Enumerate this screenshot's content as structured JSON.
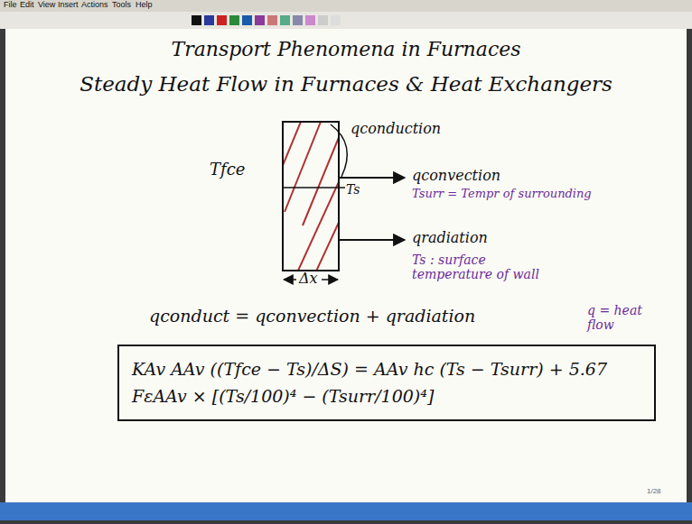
{
  "diagram": {
    "title": "Transport Phenomena in Furnaces",
    "nodes": [
      {
        "text": [
          "KAv AAv ((Tfce − Ts)/ΔS) = AAv hc (Ts − Tsurr) + 5.67 FεAAv × [(Ts/100)⁴ − (Tsurr/100)⁴]"
        ]
      }
    ],
    "labels": [
      "File",
      "Edit",
      "View",
      "Insert",
      "Actions",
      "Tools",
      "Help",
      "Steady Heat Flow in Furnaces & Heat Exchangers",
      "Tfce",
      "qconduction",
      "Ts",
      "qconvection",
      "Tsurr = Tempr of surrounding",
      "qradiation",
      "Ts : surface temperature of wall",
      "Δx",
      "qconduct = qconvection + qradiation",
      "q = heat flow",
      "1/28"
    ]
  }
}
